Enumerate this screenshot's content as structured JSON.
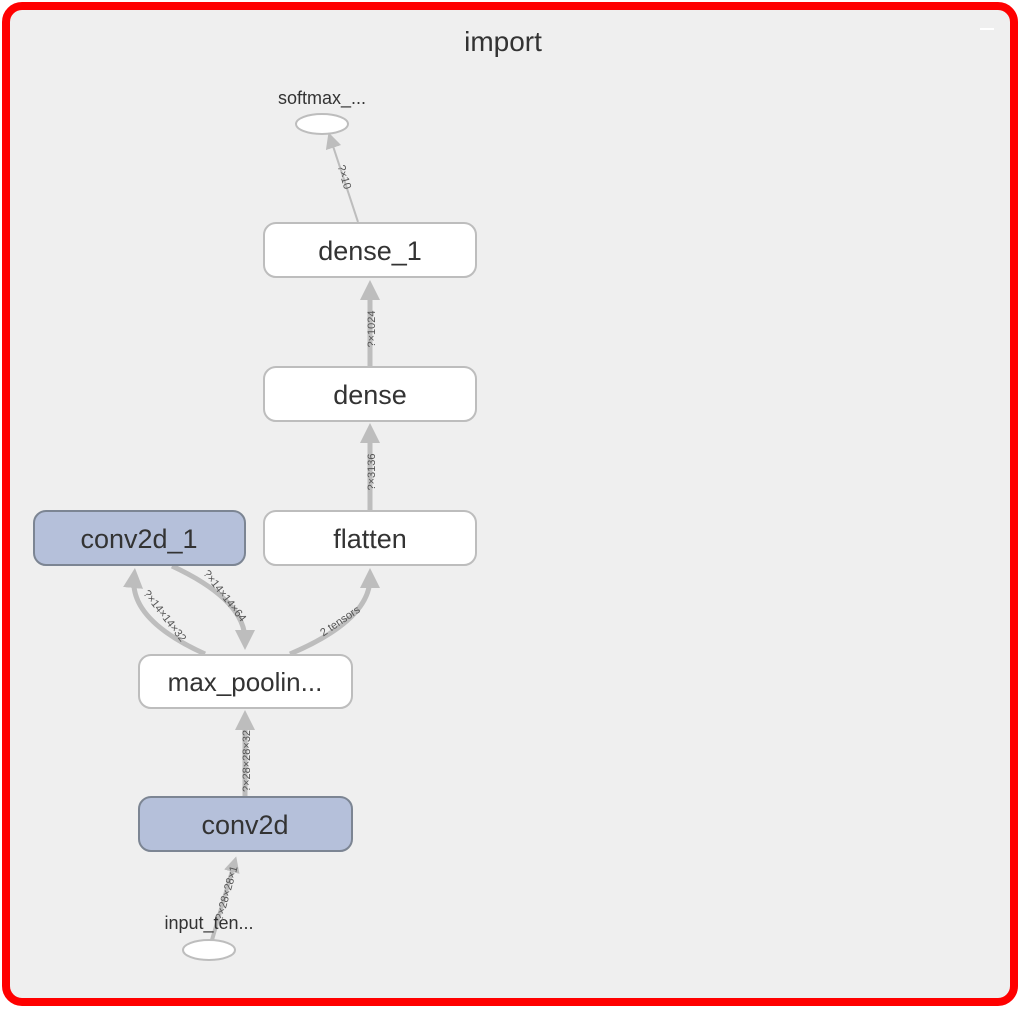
{
  "graph": {
    "title": "import",
    "nodes": {
      "softmax": {
        "label": "softmax_..."
      },
      "dense_1": {
        "label": "dense_1"
      },
      "dense": {
        "label": "dense"
      },
      "flatten": {
        "label": "flatten"
      },
      "conv2d_1": {
        "label": "conv2d_1"
      },
      "max_pooling": {
        "label": "max_poolin..."
      },
      "conv2d": {
        "label": "conv2d"
      },
      "input_tensor": {
        "label": "input_ten..."
      }
    },
    "edges": {
      "dense1_softmax": {
        "label": "?×10"
      },
      "dense_dense1": {
        "label": "?×1024"
      },
      "flatten_dense": {
        "label": "?×3136"
      },
      "maxpool_flatten": {
        "label": "2 tensors"
      },
      "maxpool_conv2d1": {
        "label": "?×14×14×32"
      },
      "conv2d1_maxpool": {
        "label": "?×14×14×64"
      },
      "conv2d_maxpool": {
        "label": "?×28×28×32"
      },
      "input_conv2d": {
        "label": "?×28×28×1"
      }
    },
    "colors": {
      "frame_border": "#ff0000",
      "background": "#efefef",
      "node_fill": "#ffffff",
      "node_stroke": "#bdbdbd",
      "conv_node_fill": "#b5c0da",
      "conv_node_stroke": "#7c8593",
      "edge": "#bdbdbd"
    }
  }
}
